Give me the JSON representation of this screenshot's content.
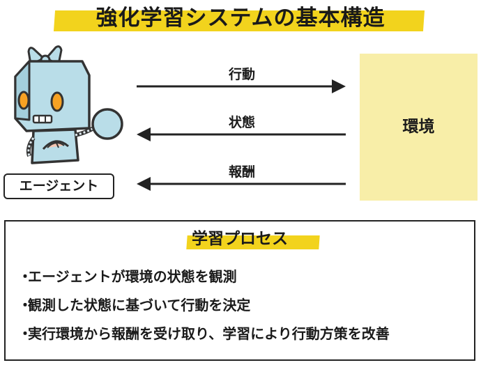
{
  "title": "強化学習システムの基本構造",
  "agent": {
    "label": "エージェント"
  },
  "environment": {
    "label": "環境"
  },
  "arrows": [
    {
      "label": "行動",
      "direction": "agent-to-environment"
    },
    {
      "label": "状態",
      "direction": "environment-to-agent"
    },
    {
      "label": "報酬",
      "direction": "environment-to-agent"
    }
  ],
  "process": {
    "title": "学習プロセス",
    "bullet": "・",
    "items": [
      "エージェントが環境の状態を観測",
      "観測した状態に基づいて行動を決定",
      "実行環境から報酬を受け取り、学習により行動方策を改善"
    ]
  },
  "colors": {
    "highlight": "#f2d31d",
    "environment_fill": "#f8eea8",
    "robot_body": "#b9dde8",
    "line": "#222222"
  }
}
